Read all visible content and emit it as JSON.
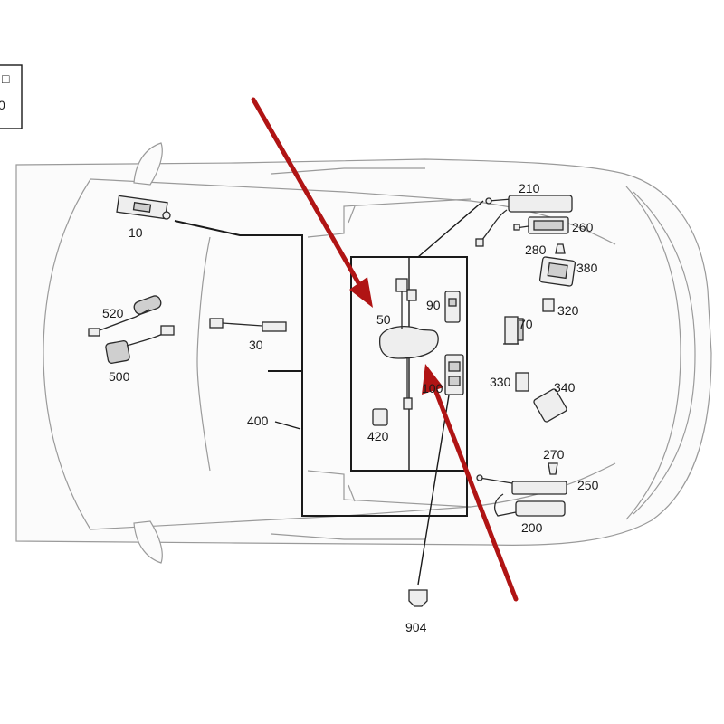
{
  "legend_box": {
    "glyph": "□",
    "text": "0"
  },
  "labels": {
    "p10": "10",
    "p30": "30",
    "p50": "50",
    "p70": "70",
    "p90": "90",
    "p100": "100",
    "p200": "200",
    "p210": "210",
    "p250": "250",
    "p260": "260",
    "p270": "270",
    "p280": "280",
    "p320": "320",
    "p330": "330",
    "p340": "340",
    "p380": "380",
    "p400": "400",
    "p420": "420",
    "p500": "500",
    "p520": "520",
    "p904": "904"
  },
  "colors": {
    "arrow": "#b01414",
    "outline": "#9a9a9a",
    "frame": "#1a1a1a"
  }
}
